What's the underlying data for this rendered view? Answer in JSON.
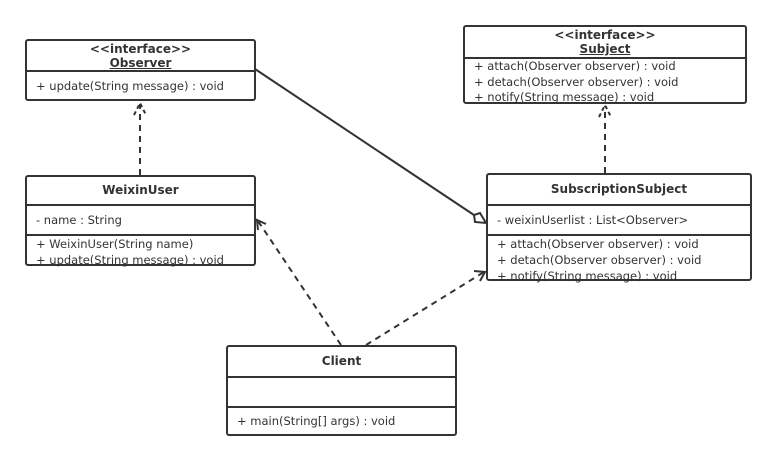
{
  "classes": {
    "observer": {
      "stereotype": "<<interface>>",
      "name": "Observer",
      "methods": [
        "+ update(String message) : void"
      ]
    },
    "subject": {
      "stereotype": "<<interface>>",
      "name": "Subject",
      "methods": [
        "+ attach(Observer observer) : void",
        "+ detach(Observer observer) : void",
        "+ notify(String message) : void"
      ]
    },
    "weixinuser": {
      "name": "WeixinUser",
      "attributes": [
        "- name : String"
      ],
      "methods": [
        "+ WeixinUser(String name)",
        "+ update(String message) : void"
      ]
    },
    "subscriptionsubject": {
      "name": "SubscriptionSubject",
      "attributes": [
        "- weixinUserlist : List<Observer>"
      ],
      "methods": [
        "+ attach(Observer observer) : void",
        "+ detach(Observer observer) : void",
        "+ notify(String message) : void"
      ]
    },
    "client": {
      "name": "Client",
      "attributes": [],
      "methods": [
        "+ main(String[] args) : void"
      ]
    }
  },
  "relations": [
    {
      "type": "realization",
      "from": "WeixinUser",
      "to": "Observer"
    },
    {
      "type": "realization",
      "from": "SubscriptionSubject",
      "to": "Subject"
    },
    {
      "type": "aggregation",
      "from": "SubscriptionSubject",
      "to": "Observer"
    },
    {
      "type": "dependency",
      "from": "Client",
      "to": "WeixinUser"
    },
    {
      "type": "dependency",
      "from": "Client",
      "to": "SubscriptionSubject"
    }
  ],
  "colors": {
    "line": "#333333",
    "background": "#ffffff"
  }
}
